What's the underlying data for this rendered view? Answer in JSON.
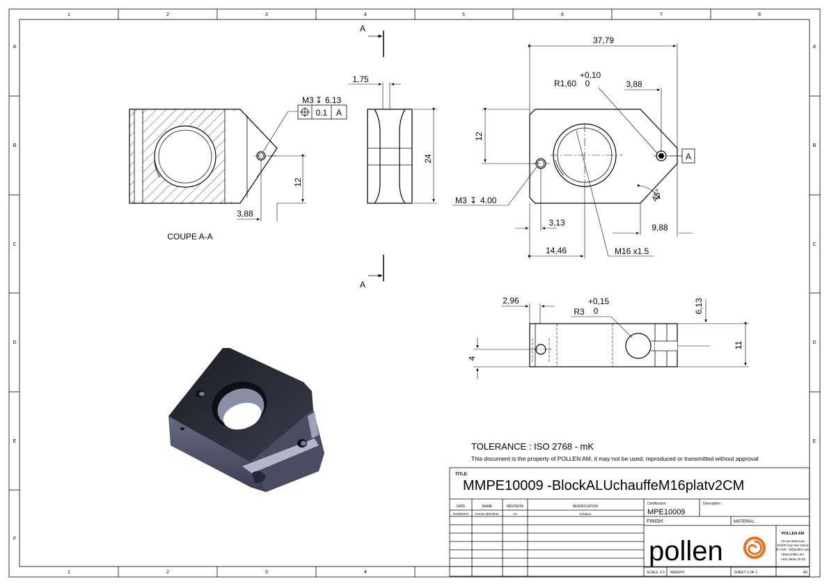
{
  "colors": {
    "ink": "#000000",
    "logo_orange": "#e8701e",
    "part_dark": "#2b2d3a",
    "part_light": "#5a5e74"
  },
  "grid": {
    "columns_top": [
      "1",
      "2",
      "3",
      "4",
      "5",
      "6",
      "7",
      "8"
    ],
    "columns_bottom": [
      "1",
      "2",
      "3",
      "4"
    ],
    "rows_left": [
      "A",
      "B",
      "C",
      "D",
      "E",
      "F"
    ],
    "rows_right": [
      "A",
      "B",
      "C",
      "D",
      "E"
    ]
  },
  "section_view": {
    "title": "COUPE A-A",
    "callout_thread": "M3",
    "callout_depth": "6.13",
    "tolerance_value": "0.1",
    "datum": "A",
    "dim_12": "12",
    "dim_3_88": "3,88"
  },
  "section_marks": {
    "top_letter": "A",
    "bottom_letter": "A"
  },
  "side_view": {
    "dim_1_75": "1,75",
    "dim_24": "24"
  },
  "front_view": {
    "dim_37_79": "37,79",
    "dim_r160": "R1,60",
    "tol_plus": "+0,10",
    "tol_zero": "0",
    "dim_3_88": "3,88",
    "dim_12": "12",
    "datum": "A",
    "angle": "45°",
    "thread_m3": "M3",
    "thread_m3_depth": "4.00",
    "dim_3_13": "3,13",
    "dim_9_88": "9,88",
    "dim_14_46": "14,46",
    "thread_m16": "M16 x1.5"
  },
  "bottom_view": {
    "dim_2_96": "2,96",
    "dim_r3": "R3",
    "tol_plus": "+0,15",
    "tol_zero": "0",
    "dim_6_13": "6,13",
    "dim_4": "4",
    "dim_11": "11"
  },
  "notes": {
    "tolerance": "TOLERANCE : ISO 2768 - mK",
    "property": "This document is the property of POLLEN AM, it may not be used, reproduced or transmitted without approval"
  },
  "title_block": {
    "title_label": "TITLE:",
    "title": "MMPE10009 -BlockALUchauffeM16platv2CM",
    "headers": {
      "date": "DATE",
      "name": "NAME",
      "revision": "REVISION",
      "modification": "MODIFICATION"
    },
    "row1": {
      "date": "02/09/2024",
      "name": "Dorian Ménétrier",
      "revision": "AA",
      "modification": "Création"
    },
    "certification_label": "Certification :",
    "certification": "MPE10009",
    "description_label": "Description :",
    "finish_label": "FINISH:",
    "material_label": "MATERIAL:",
    "company": "POLLEN AM",
    "address1": "19 rue Marceau",
    "address2": "94200 Ivry-Sur-Seine",
    "email": "E-mail : at@pollen.am",
    "web": "www.pollen.am",
    "phone": "+331 5846 20 52",
    "logo_text": "pollen",
    "scale": "SCALE: 2:1",
    "weight": "WEIGHT:",
    "sheet": "SHEET 1 OF 1",
    "size": "A3"
  }
}
